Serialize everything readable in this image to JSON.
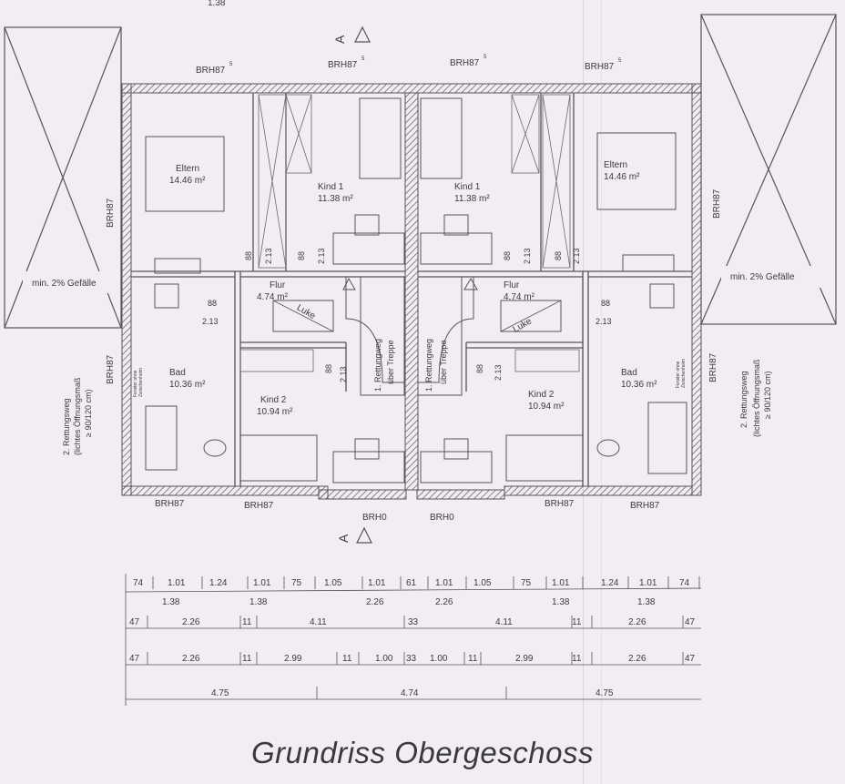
{
  "title": "Grundriss Obergeschoss",
  "top_dim": "1.38",
  "section_marker": "A",
  "rooms": {
    "left_eltern": {
      "name": "Eltern",
      "area": "14.46 m²"
    },
    "left_kind1": {
      "name": "Kind 1",
      "area": "11.38 m²"
    },
    "right_kind1": {
      "name": "Kind 1",
      "area": "11.38 m²"
    },
    "right_eltern": {
      "name": "Eltern",
      "area": "14.46 m²"
    },
    "left_flur": {
      "name": "Flur",
      "area": "4.74 m²"
    },
    "right_flur": {
      "name": "Flur",
      "area": "4.74 m²"
    },
    "left_bad": {
      "name": "Bad",
      "area": "10.36 m²"
    },
    "right_bad": {
      "name": "Bad",
      "area": "10.36 m²"
    },
    "left_kind2": {
      "name": "Kind 2",
      "area": "10.94 m²"
    },
    "right_kind2": {
      "name": "Kind 2",
      "area": "10.94 m²"
    }
  },
  "labels": {
    "brh87": "BRH87",
    "brh0": "BRH0",
    "sup5": "5",
    "luke": "Luke",
    "gefaelle": "min. 2% Gefälle",
    "rettung1": "2. Rettungsweg",
    "rettung2": "(lichtes Öffnungsmaß",
    "rettung3": "≥ 90/120 cm)",
    "treppe1": "1. Rettungweg",
    "treppe2": "über Treppe",
    "fenster1": "Fenster ohne",
    "fenster2": "Zwischenholm",
    "door_w": "88",
    "door_h": "2.13"
  },
  "dim_rows": {
    "row1": [
      "74",
      "1.01",
      "1.24",
      "1.01",
      "75",
      "1.05",
      "1.01",
      "61",
      "1.01",
      "1.05",
      "75",
      "1.01",
      "1.24",
      "1.01",
      "74"
    ],
    "row1_sub": [
      "1.38",
      "1.38",
      "2.26",
      "2.26",
      "1.38",
      "1.38"
    ],
    "row2": [
      "47",
      "2.26",
      "11",
      "4.11",
      "33",
      "4.11",
      "11",
      "2.26",
      "47"
    ],
    "row3": [
      "47",
      "2.26",
      "11",
      "2.99",
      "11",
      "1.00",
      "33",
      "1.00",
      "11",
      "2.99",
      "11",
      "2.26",
      "47"
    ],
    "row4": [
      "4.75",
      "4.74",
      "4.75"
    ]
  }
}
